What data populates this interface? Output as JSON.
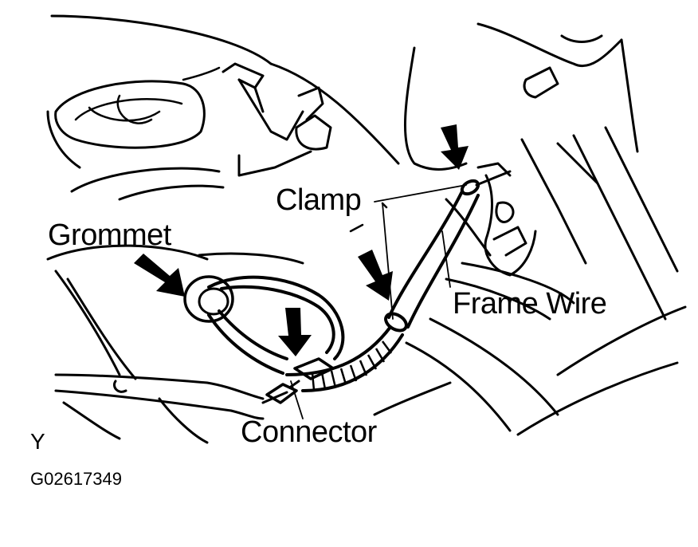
{
  "labels": {
    "clamp": "Clamp",
    "grommet": "Grommet",
    "frame_wire": "Frame Wire",
    "connector": "Connector",
    "view_letter": "Y",
    "figure_code": "G02617349"
  },
  "colors": {
    "ink": "#000000",
    "paper": "#ffffff"
  }
}
